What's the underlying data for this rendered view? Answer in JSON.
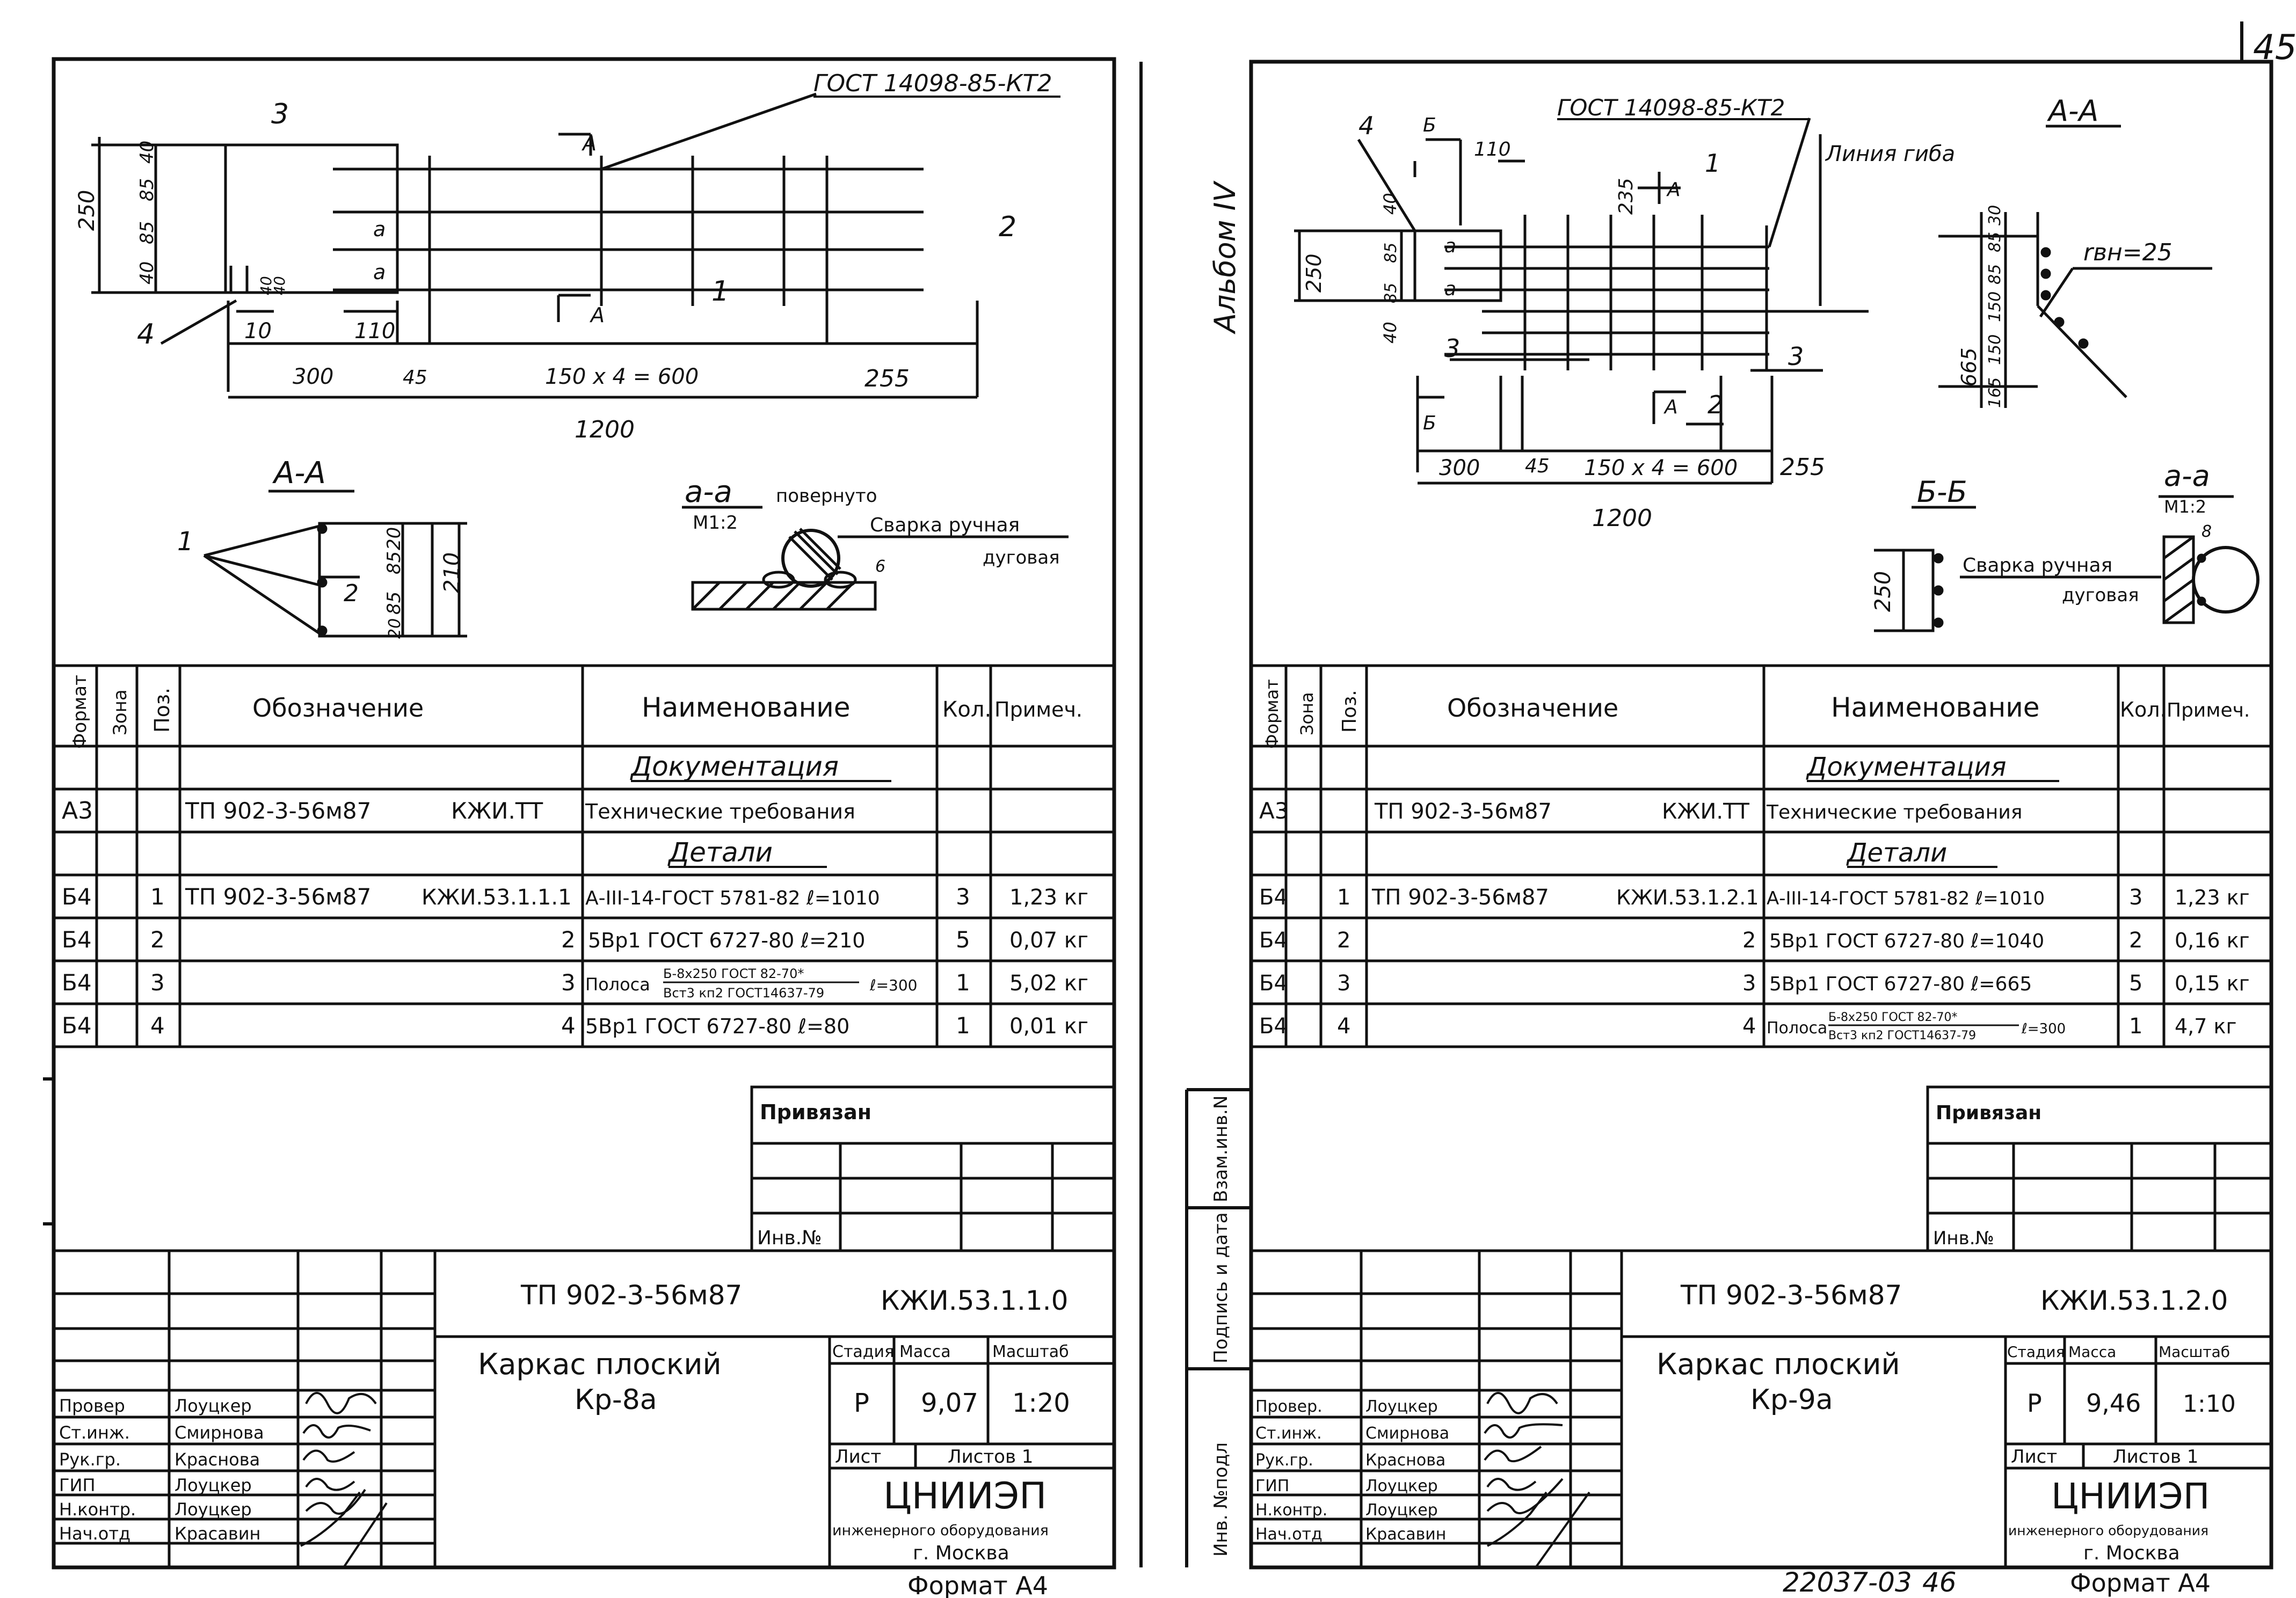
{
  "page_number": "45",
  "album_label": "Альбом IV",
  "side_labels": {
    "inv_podl": "Инв. №подл",
    "podpis_data": "Подпись и дата",
    "vzam": "Взам.инв.N"
  },
  "footer_code": "22037-03",
  "footer_page": "46",
  "sheets": [
    {
      "drawing": {
        "gost_label": "ГОСТ 14098-85-КТ2",
        "pos_labels": [
          "3",
          "2",
          "1",
          "4"
        ],
        "dims_top": [
          "250",
          "40",
          "85",
          "85",
          "40",
          "40",
          "40"
        ],
        "dims_bottom": [
          "10",
          "110",
          "300",
          "45",
          "150 x 4 = 600",
          "255",
          "1200"
        ],
        "section_mark": "А",
        "small_a": "а",
        "section_title": "А-А",
        "section_pos": [
          "1",
          "2"
        ],
        "section_dims": [
          "20",
          "85",
          "85",
          "20",
          "210"
        ],
        "weld_title": "а-а",
        "weld_rotated": "повернуто",
        "weld_scale": "М1:2",
        "weld_label_1": "Сварка ручная",
        "weld_label_2": "дуговая",
        "weld_dim": "6"
      },
      "table": {
        "headers": [
          "Формат",
          "Зона",
          "Поз.",
          "Обозначение",
          "Наименование",
          "Кол.",
          "Примеч."
        ],
        "section_doc": "Документация",
        "section_details": "Детали",
        "doc_row": {
          "format": "А3",
          "designation": "ТП 902-3-56м87",
          "code": "КЖИ.ТТ",
          "name": "Технические требования"
        },
        "rows": [
          {
            "format": "Б4",
            "pos": "1",
            "designation": "ТП 902-3-56м87",
            "code": "КЖИ.53.1.1.1",
            "name": "А-III-14-ГОСТ 5781-82  ℓ=1010",
            "qty": "3",
            "note": "1,23 кг"
          },
          {
            "format": "Б4",
            "pos": "2",
            "designation": "",
            "code": "2",
            "name": "5Вр1 ГОСТ 6727-80  ℓ=210",
            "qty": "5",
            "note": "0,07 кг"
          },
          {
            "format": "Б4",
            "pos": "3",
            "designation": "",
            "code": "3",
            "name": "Полоса",
            "name_top": "Б-8х250 ГОСТ 82-70*",
            "name_bottom": "Вст3 кп2 ГОСТ14637-79",
            "name_len": "ℓ=300",
            "qty": "1",
            "note": "5,02 кг"
          },
          {
            "format": "Б4",
            "pos": "4",
            "designation": "",
            "code": "4",
            "name": "5Вр1 ГОСТ 6727-80  ℓ=80",
            "qty": "1",
            "note": "0,01 кг"
          }
        ]
      },
      "stamp": {
        "privyazan": "Привязан",
        "inv_no": "Инв.№",
        "project": "ТП 902-3-56м87",
        "code": "КЖИ.53.1.1.0",
        "title_1": "Каркас плоский",
        "title_2": "Кр-8а",
        "stage_h": "Стадия",
        "mass_h": "Масса",
        "scale_h": "Масштаб",
        "stage": "Р",
        "mass": "9,07",
        "scale": "1:20",
        "list_h": "Лист",
        "listov_h": "Листов 1",
        "org_1": "ЦНИИЭП",
        "org_2": "инженерного оборудования",
        "org_3": "г. Москва",
        "people": [
          {
            "role": "Провер",
            "name": "Лоуцкер"
          },
          {
            "role": "Ст.инж.",
            "name": "Смирнова"
          },
          {
            "role": "Рук.гр.",
            "name": "Краснова"
          },
          {
            "role": "ГИП",
            "name": "Лоуцкер"
          },
          {
            "role": "Н.контр.",
            "name": "Лоуцкер"
          },
          {
            "role": "Нач.отд",
            "name": "Красавин"
          }
        ],
        "format": "Формат А4"
      }
    },
    {
      "drawing": {
        "gost_label": "ГОСТ 14098-85-КТ2",
        "bend_line": "Линия гиба",
        "pos_labels": [
          "4",
          "3",
          "3",
          "2",
          "1"
        ],
        "dims_top": [
          "110",
          "235",
          "250",
          "40",
          "85",
          "85",
          "40"
        ],
        "dims_bottom": [
          "300",
          "45",
          "150 x 4 = 600",
          "255",
          "1200"
        ],
        "section_marks": [
          "Б",
          "А",
          "а"
        ],
        "section_title": "А-А",
        "radius_label": "rвн=25",
        "section_dims": [
          "665",
          "165",
          "150",
          "150",
          "85",
          "85",
          "30"
        ],
        "bb_title": "Б-Б",
        "bb_dim": "250",
        "weld_label_1": "Сварка ручная",
        "weld_label_2": "дуговая",
        "aa_title": "а-а",
        "aa_scale": "М1:2",
        "aa_dim": "8"
      },
      "table": {
        "headers": [
          "Формат",
          "Зона",
          "Поз.",
          "Обозначение",
          "Наименование",
          "Кол.",
          "Примеч."
        ],
        "section_doc": "Документация",
        "section_details": "Детали",
        "doc_row": {
          "format": "А3",
          "designation": "ТП 902-3-56м87",
          "code": "КЖИ.ТТ",
          "name": "Технические требования"
        },
        "rows": [
          {
            "format": "Б4",
            "pos": "1",
            "designation": "ТП 902-3-56м87",
            "code": "КЖИ.53.1.2.1",
            "name": "А-III-14-ГОСТ 5781-82  ℓ=1010",
            "qty": "3",
            "note": "1,23 кг"
          },
          {
            "format": "Б4",
            "pos": "2",
            "designation": "",
            "code": "2",
            "name": "5Вр1 ГОСТ 6727-80  ℓ=1040",
            "qty": "2",
            "note": "0,16 кг"
          },
          {
            "format": "Б4",
            "pos": "3",
            "designation": "",
            "code": "3",
            "name": "5Вр1 ГОСТ 6727-80  ℓ=665",
            "qty": "5",
            "note": "0,15 кг"
          },
          {
            "format": "Б4",
            "pos": "4",
            "designation": "",
            "code": "4",
            "name": "Полоса",
            "name_top": "Б-8х250 ГОСТ 82-70*",
            "name_bottom": "Вст3 кп2 ГОСТ14637-79",
            "name_len": "ℓ=300",
            "qty": "1",
            "note": "4,7 кг"
          }
        ]
      },
      "stamp": {
        "privyazan": "Привязан",
        "inv_no": "Инв.№",
        "project": "ТП 902-3-56м87",
        "code": "КЖИ.53.1.2.0",
        "title_1": "Каркас плоский",
        "title_2": "Кр-9а",
        "stage_h": "Стадия",
        "mass_h": "Масса",
        "scale_h": "Масштаб",
        "stage": "Р",
        "mass": "9,46",
        "scale": "1:10",
        "list_h": "Лист",
        "listov_h": "Листов 1",
        "org_1": "ЦНИИЭП",
        "org_2": "инженерного оборудования",
        "org_3": "г. Москва",
        "people": [
          {
            "role": "Провер.",
            "name": "Лоуцкер"
          },
          {
            "role": "Ст.инж.",
            "name": "Смирнова"
          },
          {
            "role": "Рук.гр.",
            "name": "Краснова"
          },
          {
            "role": "ГИП",
            "name": "Лоуцкер"
          },
          {
            "role": "Н.контр.",
            "name": "Лоуцкер"
          },
          {
            "role": "Нач.отд",
            "name": "Красавин"
          }
        ],
        "format": "Формат А4"
      }
    }
  ]
}
